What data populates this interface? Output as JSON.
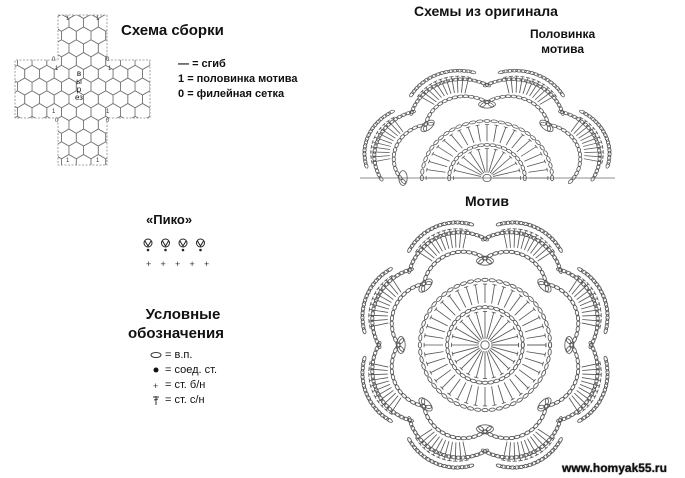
{
  "assembly": {
    "title": "Схема сборки",
    "cutout_label": "вырез",
    "legend": [
      {
        "symbol": "—",
        "text": "= сгиб"
      },
      {
        "symbol": "1",
        "text": "= половинка мотива"
      },
      {
        "symbol": "0",
        "text": "= филейная сетка"
      }
    ]
  },
  "picot": {
    "title": "«Пико»"
  },
  "symbols": {
    "title_line1": "Условные",
    "title_line2": "обозначения",
    "items": [
      {
        "icon": "chain-oval-icon",
        "text": "= в.п."
      },
      {
        "icon": "slip-stitch-dot-icon",
        "text": "= соед. ст."
      },
      {
        "icon": "single-crochet-plus-icon",
        "text": "= ст. б/н"
      },
      {
        "icon": "double-crochet-icon",
        "text": "= ст. с/н"
      }
    ]
  },
  "original": {
    "title": "Схемы из оригинала",
    "half_motif_line1": "Половинка",
    "half_motif_line2": "мотива",
    "motif_title": "Мотив"
  },
  "watermark": "www.homyak55.ru"
}
